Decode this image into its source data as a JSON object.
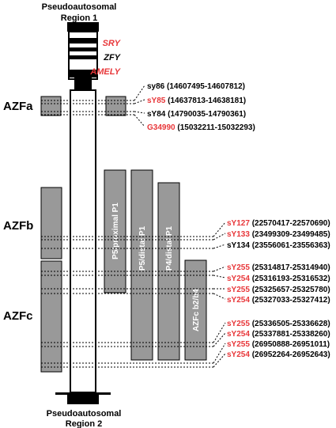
{
  "regions": {
    "pseudo1": [
      "Pseudoautosomal",
      "Region 1"
    ],
    "pseudo2": [
      "Pseudoautosomal",
      "Region 2"
    ]
  },
  "genes": [
    {
      "id": "sry",
      "label": "SRY",
      "color": "#e8373a"
    },
    {
      "id": "zfy",
      "label": "ZFY",
      "color": "#000000"
    },
    {
      "id": "amely",
      "label": "AMELY",
      "color": "#e8373a"
    }
  ],
  "azf_labels": {
    "a": "AZFa",
    "b": "AZFb",
    "c": "AZFc"
  },
  "blocks": [
    "P5/proximal P1",
    "P5/distal P1",
    "P4/distal P1",
    "AZFc b2/b4"
  ],
  "markers": [
    {
      "name": "sy86",
      "coords": "(14607495-14607812)",
      "color": "#000000"
    },
    {
      "name": "sY85",
      "coords": "(14637813-14638181)",
      "color": "#e8373a"
    },
    {
      "name": "sY84",
      "coords": "(14790035-14790361)",
      "color": "#000000"
    },
    {
      "name": "G34990",
      "coords": "(15032211-15032293)",
      "color": "#e8373a"
    },
    {
      "name": "sY127",
      "coords": "(22570417-22570690)",
      "color": "#e8373a"
    },
    {
      "name": "sY133",
      "coords": "(23499309-23499485)",
      "color": "#e8373a"
    },
    {
      "name": "sY134",
      "coords": "(23556061-23556363)",
      "color": "#000000"
    },
    {
      "name": "sY255",
      "coords": "(25314817-25314940)",
      "color": "#e8373a"
    },
    {
      "name": "sY254",
      "coords": "(25316193-25316532)",
      "color": "#e8373a"
    },
    {
      "name": "sY255",
      "coords": "(25325657-25325780)",
      "color": "#e8373a"
    },
    {
      "name": "sY254",
      "coords": "(25327033-25327412)",
      "color": "#e8373a"
    },
    {
      "name": "sY255",
      "coords": "(25336505-25336628)",
      "color": "#e8373a"
    },
    {
      "name": "sY254",
      "coords": "(25337881-25338260)",
      "color": "#e8373a"
    },
    {
      "name": "sY255",
      "coords": "(26950888-26951011)",
      "color": "#e8373a"
    },
    {
      "name": "sY254",
      "coords": "(26952264-26952643)",
      "color": "#e8373a"
    }
  ],
  "colors": {
    "highlight": "#e8373a",
    "block_fill": "#999999",
    "chromosome": "#000000"
  }
}
